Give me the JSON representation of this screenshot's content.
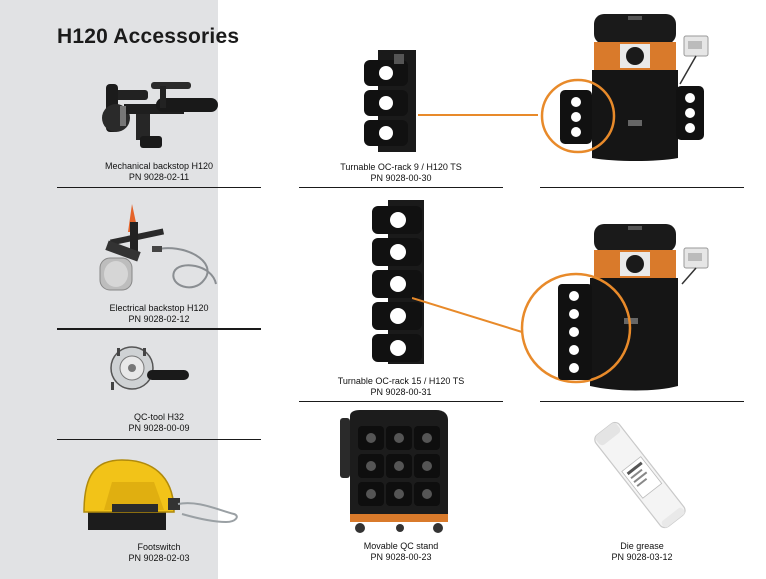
{
  "page": {
    "title": "H120 Accessories"
  },
  "colors": {
    "sidebar": "#e1e2e4",
    "highlight_orange": "#e88a2a",
    "machine_orange": "#d97a2b",
    "product_yellow": "#f2c318"
  },
  "products": [
    {
      "name": "Mechanical backstop H120",
      "pn": "PN 9028-02-11"
    },
    {
      "name": "Electrical backstop H120",
      "pn": "PN 9028-02-12"
    },
    {
      "name": "QC-tool H32",
      "pn": "PN 9028-00-09"
    },
    {
      "name": "Footswitch",
      "pn": "PN 9028-02-03"
    },
    {
      "name": "Turnable OC-rack 9 / H120 TS",
      "pn": "PN 9028-00-30"
    },
    {
      "name": "Turnable OC-rack 15 / H120 TS",
      "pn": "PN 9028-00-31"
    },
    {
      "name": "Movable QC stand",
      "pn": "PN 9028-00-23"
    },
    {
      "name": "Die grease",
      "pn": "PN 9028-03-12"
    }
  ],
  "machines": [
    {
      "icon": "h120-press-with-rack-9-icon"
    },
    {
      "icon": "h120-press-with-rack-15-icon"
    }
  ]
}
